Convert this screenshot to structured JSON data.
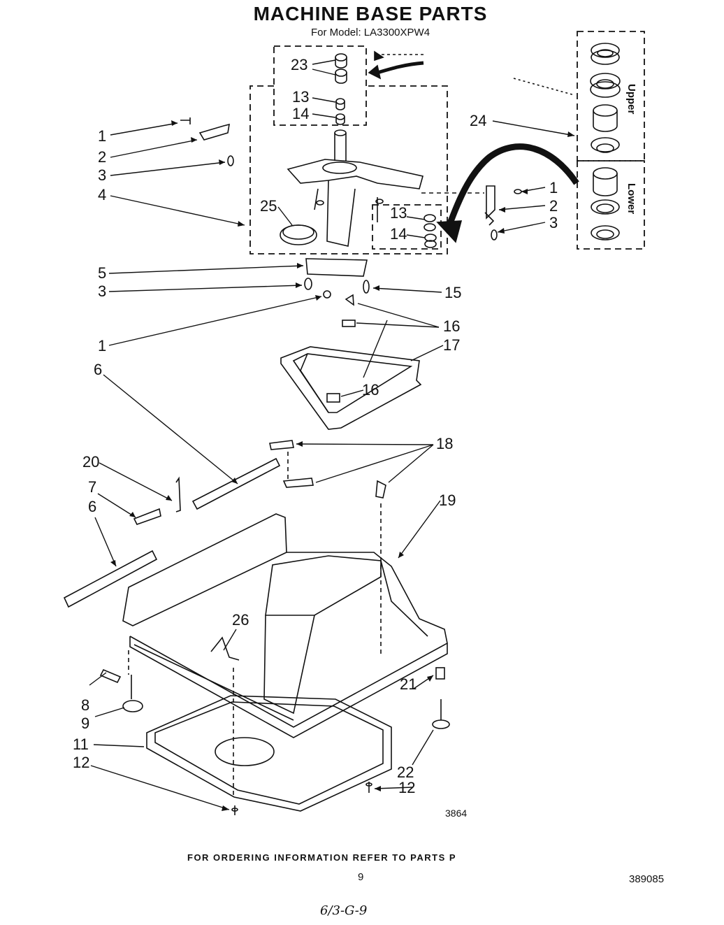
{
  "title": "MACHINE BASE PARTS",
  "subtitle": "For Model: LA3300XPW4",
  "bearing_labels": {
    "upper": "Upper",
    "lower": "Lower"
  },
  "callouts": {
    "c1a": "1",
    "c2a": "2",
    "c3a": "3",
    "c4": "4",
    "c1b": "1",
    "c2b": "2",
    "c3b": "3",
    "c5": "5",
    "c3c": "3",
    "c1c": "1",
    "c6a": "6",
    "c20": "20",
    "c7": "7",
    "c6b": "6",
    "c8": "8",
    "c9": "9",
    "c11": "11",
    "c12a": "12",
    "c12b": "12",
    "c13a": "13",
    "c14a": "14",
    "c13b": "13",
    "c14b": "14",
    "c23": "23",
    "c24": "24",
    "c25": "25",
    "c15": "15",
    "c16a": "16",
    "c16b": "16",
    "c17": "17",
    "c18": "18",
    "c19": "19",
    "c21": "21",
    "c22": "22",
    "c26": "26"
  },
  "illustration_code": "3864",
  "footer_text": "FOR ORDERING INFORMATION REFER TO PARTS P",
  "page_number": "9",
  "document_number": "389085",
  "handwritten_note": "6/3-G-9"
}
